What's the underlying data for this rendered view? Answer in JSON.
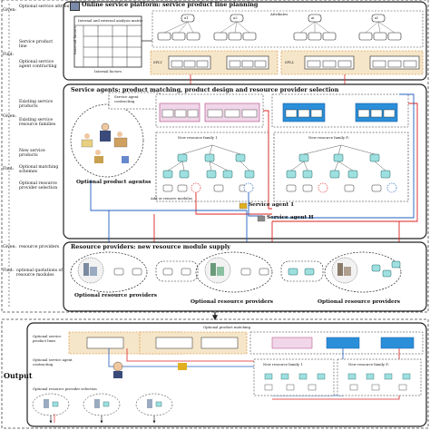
{
  "panel1": {
    "title": "Online service platform: service product line planning",
    "given_label": "Given:",
    "given_text": "Optional service attributes",
    "find_label": "Find:",
    "find_text1": "Service product line",
    "find_text2": "Optional service agent contracting",
    "matrix_title": "Internal and external analysis matrix",
    "matrix_side": "External factors",
    "matrix_bottom": "Internal factors",
    "attributes_label": "Attributes",
    "attr_nodes": [
      "a1",
      "a2",
      "ai",
      "aI"
    ],
    "spl_labels": [
      "SPL1",
      "SPLL"
    ]
  },
  "panel2": {
    "title": "Service agents: product matching, product design and resource provider selection",
    "given_label": "Given:",
    "given_text1": "Existing service products",
    "given_text2": "Existing service resource families",
    "find_label": "Find:",
    "find_text1": "New service products",
    "find_text2": "Optional matching schemes",
    "find_text3": "Optional resource provider selection",
    "contract_label": "Service agent contracting",
    "agents_caption": "Optional product agentss",
    "family1": "New resource family 1",
    "familyF": "New resource family Fᵢ",
    "modulus_label": "Add or remove modulus",
    "agent1": "Service agent 1",
    "agentH": "Service agent H"
  },
  "panel3": {
    "title": "Resource providers: new resource module supply",
    "given_label": "Given:",
    "given_text": "resource providers",
    "find_label": "Find:",
    "find_text": "optional quotations of resource modules",
    "provider_caption": "Optional resource providers"
  },
  "output": {
    "label": "Output",
    "matching_label": "Optional product matching",
    "row1": "Optional service product lines",
    "row2": "Optional service agent contracting",
    "row3": "Optional resource provider selection",
    "family1": "New resource family 1",
    "familyF": "New resource family Fᵢ"
  }
}
